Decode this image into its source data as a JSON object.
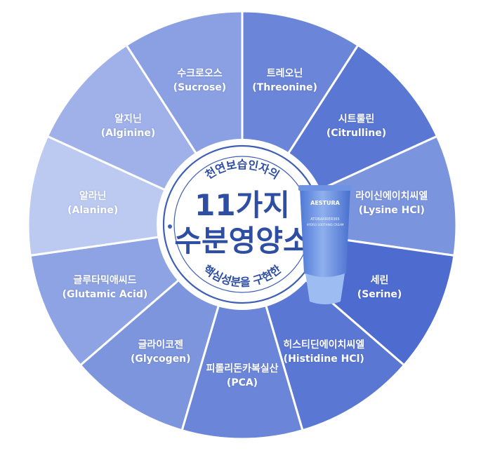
{
  "wheel": {
    "segments": [
      {
        "name_ko": "트레오닌",
        "name_en": "(Threonine)",
        "color": "#6b86d9"
      },
      {
        "name_ko": "시트룰린",
        "name_en": "(Citrulline)",
        "color": "#5a77d3"
      },
      {
        "name_ko": "라이신에이치씨엘",
        "name_en": "(Lysine HCl)",
        "color": "#7b94de"
      },
      {
        "name_ko": "세린",
        "name_en": "(Serine)",
        "color": "#4e6ccf"
      },
      {
        "name_ko": "히스티딘에이치씨엘",
        "name_en": "(Histidine HCl)",
        "color": "#5a77d3"
      },
      {
        "name_ko": "피롤리돈카복실산",
        "name_en": "(PCA)",
        "color": "#6b86d9"
      },
      {
        "name_ko": "글라이코젠",
        "name_en": "(Glycogen)",
        "color": "#7c95dd"
      },
      {
        "name_ko": "글루타믹애씨드",
        "name_en": "(Glutamic Acid)",
        "color": "#8ea3e3"
      },
      {
        "name_ko": "알라닌",
        "name_en": "(Alanine)",
        "color": "#bccaf1"
      },
      {
        "name_ko": "알지닌",
        "name_en": "(Alginine)",
        "color": "#9fb1e8"
      },
      {
        "name_ko": "수크로오스",
        "name_en": "(Sucrose)",
        "color": "#8aa0e2"
      }
    ]
  },
  "center": {
    "top_arc_text": "천연보습인자의",
    "headline_line1": "11가지",
    "headline_line2": "수분영양소",
    "bottom_arc_text": "핵심성분을 구현한",
    "ink_color": "#2d4ea3",
    "ring_color": "#3d5fb5"
  },
  "product": {
    "brand": "AESTURA",
    "line": "ATOBARRIER365",
    "desc": "HYDRO SOOTHING CREAM",
    "tube_color": "#5f8be0"
  }
}
